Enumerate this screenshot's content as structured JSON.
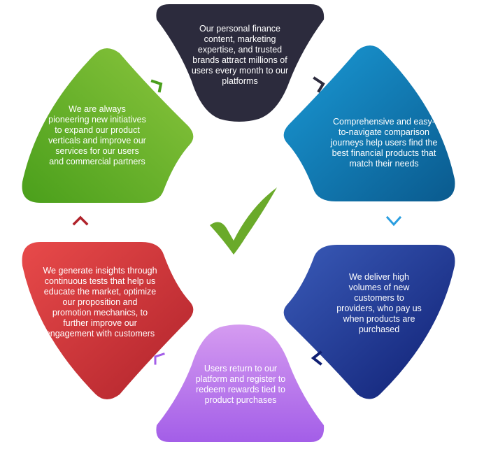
{
  "colors": {
    "top": "#2c2b3d",
    "right_top": [
      "#1a9ad6",
      "#0a5a8e"
    ],
    "right_bottom": [
      "#3a5bb8",
      "#0f1f73"
    ],
    "bottom": [
      "#d59bf0",
      "#a35ee8"
    ],
    "left_bottom": [
      "#e84a4a",
      "#b0232b"
    ],
    "left_top": [
      "#8cc63e",
      "#4a9f1b"
    ],
    "check": "#6aaa2a"
  },
  "steps": [
    {
      "key": "top",
      "text": "Our personal finance content, marketing expertise, and trusted brands attract millions of users every month to our platforms"
    },
    {
      "key": "right_top",
      "text": "Comprehensive and easy-to-navigate comparison journeys help users find the best financial products that match their needs"
    },
    {
      "key": "right_bottom",
      "text": "We deliver high volumes of new customers to providers, who pay us when products are purchased"
    },
    {
      "key": "bottom",
      "text": "Users return to our platform and register to redeem rewards tied to product purchases"
    },
    {
      "key": "left_bottom",
      "text": "We generate insights through continuous tests that help us educate the market, optimize our proposition and promotion mechanics, to further improve our engagement with customers"
    },
    {
      "key": "left_top",
      "text": "We are always pioneering new initiatives to expand our product verticals and improve our services for our users and commercial partners"
    }
  ],
  "arrows": [
    {
      "key": "arrow_top_right",
      "icon": "chevron-icon",
      "color": "#2c2b3d"
    },
    {
      "key": "arrow_right",
      "icon": "chevron-down-icon",
      "color": "#2a9ee0"
    },
    {
      "key": "arrow_bottom_right",
      "icon": "chevron-icon",
      "color": "#0f1f73"
    },
    {
      "key": "arrow_bottom_left",
      "icon": "chevron-icon",
      "color": "#a35ee8"
    },
    {
      "key": "arrow_left",
      "icon": "chevron-up-icon",
      "color": "#b0232b"
    },
    {
      "key": "arrow_top_left",
      "icon": "chevron-icon",
      "color": "#4a9f1b"
    }
  ],
  "center_icon": "checkmark-icon"
}
